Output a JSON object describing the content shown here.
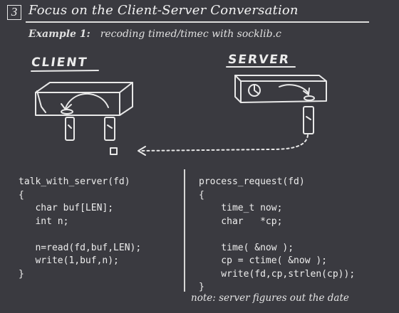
{
  "slide": {
    "number": "3",
    "title": "Focus on the Client-Server Conversation",
    "subtitle_label": "Example 1:",
    "subtitle_text": "recoding timed/timec with socklib.c"
  },
  "sketch": {
    "client_label": "CLIENT",
    "server_label": "SERVER"
  },
  "client_code": {
    "lines": [
      "talk_with_server(fd)",
      "{",
      "   char buf[LEN];",
      "   int n;",
      "",
      "   n=read(fd,buf,LEN);",
      "   write(1,buf,n);",
      "}"
    ]
  },
  "server_code": {
    "lines": [
      "process_request(fd)",
      "{",
      "    time_t now;",
      "    char   *cp;",
      "",
      "    time( &now );",
      "    cp = ctime( &now );",
      "    write(fd,cp,strlen(cp));",
      "}"
    ]
  },
  "note": "note: server figures out the date",
  "colors": {
    "background": "#3a3a40",
    "ink": "#ececec"
  }
}
